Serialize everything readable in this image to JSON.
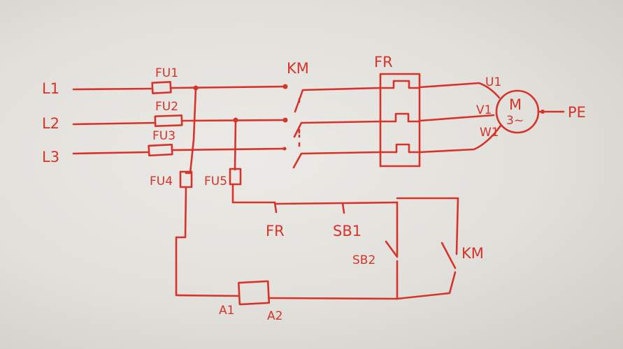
{
  "diagram": {
    "type": "motor starter control circuit (hand-drawn)",
    "ink_color": "#d8332a",
    "paper_color": "#e6e4df",
    "labels": {
      "l1": "L1",
      "l2": "L2",
      "l3": "L3",
      "fu1": "FU1",
      "fu2": "FU2",
      "fu3": "FU3",
      "fu4": "FU4",
      "fu5": "FU5",
      "km_main": "KM",
      "fr_top": "FR",
      "u1": "U1",
      "v1": "V1",
      "w1": "W1",
      "motor_m": "M",
      "motor_phase": "3~",
      "pe": "PE",
      "fr_contact": "FR",
      "sb1": "SB1",
      "sb2": "SB2",
      "km_aux": "KM",
      "a1": "A1",
      "a2": "A2"
    }
  }
}
